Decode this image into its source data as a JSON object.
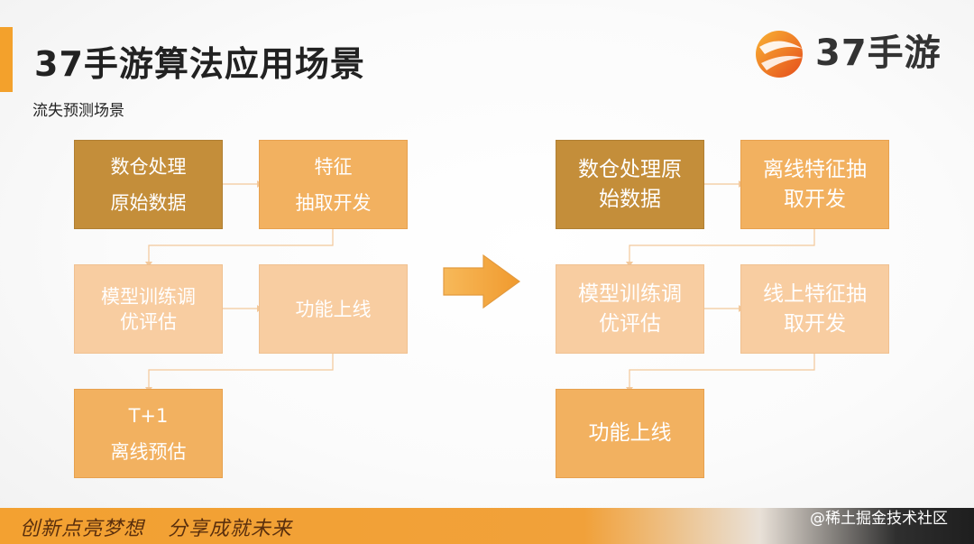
{
  "slide": {
    "title": "37手游算法应用场景",
    "subtitle": "流失预测场景",
    "logo_text": "37手游"
  },
  "left_flow": {
    "box1": [
      "数仓处理",
      "原始数据"
    ],
    "box2": [
      "特征",
      "抽取开发"
    ],
    "box3": [
      "模型训练调",
      "优评估"
    ],
    "box4": [
      "功能上线"
    ],
    "box5": [
      "T+1",
      "离线预估"
    ]
  },
  "right_flow": {
    "box1": [
      "数仓处理原",
      "始数据"
    ],
    "box2": [
      "离线特征抽",
      "取开发"
    ],
    "box3": [
      "模型训练调",
      "优评估"
    ],
    "box4": [
      "线上特征抽",
      "取开发"
    ],
    "box5": [
      "功能上线"
    ]
  },
  "footer": {
    "slogan_part1": "创新点亮梦想",
    "slogan_part2": "分享成就未来",
    "watermark": "@稀土掘金技术社区"
  },
  "colors": {
    "accent": "#f3a12c",
    "box_dark": "#c48e3a",
    "box_mid": "#f2b160",
    "box_light": "#f8cda1",
    "arrow": "#f3a94a"
  }
}
